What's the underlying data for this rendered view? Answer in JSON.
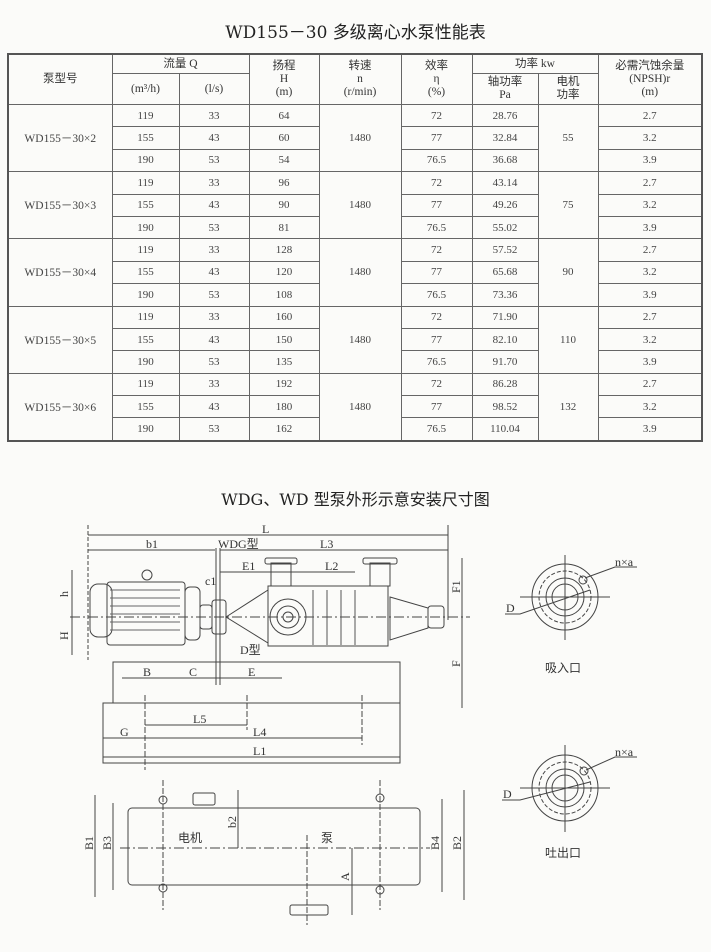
{
  "table_title": "WD155－30 多级离心水泵性能表",
  "headers": {
    "model": "泵型号",
    "flow": "流量 Q",
    "flow_m3h": "(m³/h)",
    "flow_ls": "(l/s)",
    "head": "扬程",
    "head_sym": "H",
    "head_unit": "(m)",
    "speed": "转速",
    "speed_sym": "n",
    "speed_unit": "(r/min)",
    "eff": "效率",
    "eff_sym": "η",
    "eff_unit": "(%)",
    "power": "功率  kw",
    "shaft_power": "轴功率",
    "shaft_power_sym": "Pa",
    "motor_power": "电机",
    "motor_power2": "功率",
    "npsh": "必需汽蚀余量",
    "npsh_sym": "(NPSH)r",
    "npsh_unit": "(m)"
  },
  "groups": [
    {
      "model": "WD155－30×2",
      "speed": "1480",
      "motor": "55",
      "rows": [
        {
          "q": "119",
          "ls": "33",
          "h": "64",
          "eff": "72",
          "pa": "28.76",
          "npsh": "2.7"
        },
        {
          "q": "155",
          "ls": "43",
          "h": "60",
          "eff": "77",
          "pa": "32.84",
          "npsh": "3.2"
        },
        {
          "q": "190",
          "ls": "53",
          "h": "54",
          "eff": "76.5",
          "pa": "36.68",
          "npsh": "3.9"
        }
      ]
    },
    {
      "model": "WD155－30×3",
      "speed": "1480",
      "motor": "75",
      "rows": [
        {
          "q": "119",
          "ls": "33",
          "h": "96",
          "eff": "72",
          "pa": "43.14",
          "npsh": "2.7"
        },
        {
          "q": "155",
          "ls": "43",
          "h": "90",
          "eff": "77",
          "pa": "49.26",
          "npsh": "3.2"
        },
        {
          "q": "190",
          "ls": "53",
          "h": "81",
          "eff": "76.5",
          "pa": "55.02",
          "npsh": "3.9"
        }
      ]
    },
    {
      "model": "WD155－30×4",
      "speed": "1480",
      "motor": "90",
      "rows": [
        {
          "q": "119",
          "ls": "33",
          "h": "128",
          "eff": "72",
          "pa": "57.52",
          "npsh": "2.7"
        },
        {
          "q": "155",
          "ls": "43",
          "h": "120",
          "eff": "77",
          "pa": "65.68",
          "npsh": "3.2"
        },
        {
          "q": "190",
          "ls": "53",
          "h": "108",
          "eff": "76.5",
          "pa": "73.36",
          "npsh": "3.9"
        }
      ]
    },
    {
      "model": "WD155－30×5",
      "speed": "1480",
      "motor": "110",
      "rows": [
        {
          "q": "119",
          "ls": "33",
          "h": "160",
          "eff": "72",
          "pa": "71.90",
          "npsh": "2.7"
        },
        {
          "q": "155",
          "ls": "43",
          "h": "150",
          "eff": "77",
          "pa": "82.10",
          "npsh": "3.2"
        },
        {
          "q": "190",
          "ls": "53",
          "h": "135",
          "eff": "76.5",
          "pa": "91.70",
          "npsh": "3.9"
        }
      ]
    },
    {
      "model": "WD155－30×6",
      "speed": "1480",
      "motor": "132",
      "rows": [
        {
          "q": "119",
          "ls": "33",
          "h": "192",
          "eff": "72",
          "pa": "86.28",
          "npsh": "2.7"
        },
        {
          "q": "155",
          "ls": "43",
          "h": "180",
          "eff": "77",
          "pa": "98.52",
          "npsh": "3.2"
        },
        {
          "q": "190",
          "ls": "53",
          "h": "162",
          "eff": "76.5",
          "pa": "110.04",
          "npsh": "3.9"
        }
      ]
    }
  ],
  "drawing_title": "WDG、WD 型泵外形示意安装尺寸图",
  "drawing_labels": {
    "L": "L",
    "b1": "b1",
    "wdg": "WDG型",
    "L3": "L3",
    "E1": "E1",
    "L2": "L2",
    "c1": "c1",
    "h": "h",
    "H": "H",
    "F1": "F1",
    "F": "F",
    "d_type": "D型",
    "B": "B",
    "C": "C",
    "E": "E",
    "L5": "L5",
    "G": "G",
    "L4": "L4",
    "L1": "L1",
    "B1": "B1",
    "B3": "B3",
    "b2": "b2",
    "motor": "电机",
    "pump": "泵",
    "A": "A",
    "B4": "B4",
    "B2": "B2"
  },
  "flanges": {
    "inlet_label": "吸入口",
    "outlet_label": "吐出口",
    "nxa": "n×a",
    "D": "D"
  }
}
